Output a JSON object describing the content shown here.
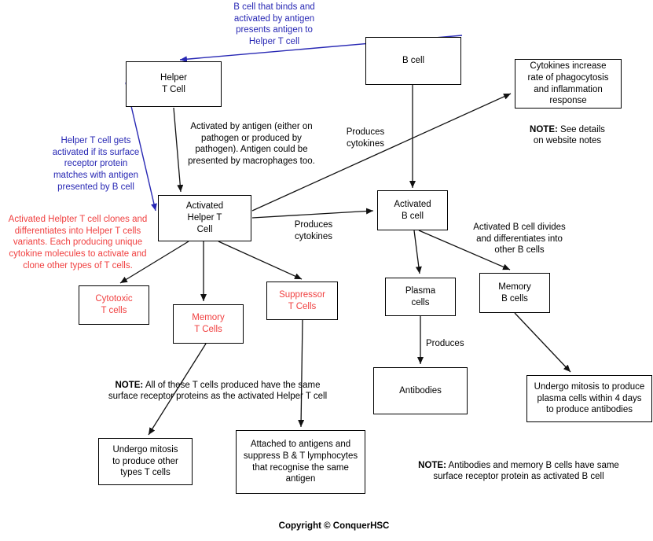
{
  "colors": {
    "blue": "#2828b4",
    "red": "#f04040",
    "line": "#111111"
  },
  "boxes": {
    "helper_t": {
      "label": "Helper\nT Cell"
    },
    "b_cell": {
      "label": "B cell"
    },
    "cytokines": {
      "label": "Cytokines increase\nrate of phagocytosis\nand inflammation\nresponse"
    },
    "activated_helper_t": {
      "label": "Activated\nHelper T\nCell"
    },
    "activated_b": {
      "label": "Activated\nB cell"
    },
    "cytotoxic_t": {
      "label": "Cytotoxic\nT cells"
    },
    "memory_t": {
      "label": "Memory\nT Cells"
    },
    "suppressor_t": {
      "label": "Suppressor\nT Cells"
    },
    "plasma": {
      "label": "Plasma\ncells"
    },
    "memory_b": {
      "label": "Memory\nB cells"
    },
    "antibodies": {
      "label": "Antibodies"
    },
    "undergo_t": {
      "label": "Undergo mitosis\nto produce other\ntypes T cells"
    },
    "attached": {
      "label": "Attached to antigens and\nsuppress B & T lymphocytes\nthat recognise the same\nantigen"
    },
    "undergo_b": {
      "label": "Undergo mitosis to produce\nplasma cells within 4 days\nto produce antibodies"
    }
  },
  "annotations": {
    "b_cell_presents": "B cell that binds and\nactivated by antigen\npresents antigen to\nHelper T cell",
    "helper_t_gets_activated": "Helper T cell gets\nactivated if its surface\nreceptor protein\nmatches with antigen\npresented by B cell",
    "activated_helper_clones": "Activated Helpter T cell clones and\ndifferentiates into Helper T cells\nvariants. Each producing unique\ncytokine molecules to activate and\nclone other types of T cells.",
    "activated_by_antigen": "Activated by antigen (either on\npathogen or produced by\npathogen). Antigen could be\npresented by macrophages too.",
    "produces_cytokines_vertical": "Produces\ncytokines",
    "produces_cytokines_horizontal": "Produces\ncytokines",
    "b_cell_divides": "Activated B cell divides\nand differentiates into\nother B cells",
    "produces": "Produces"
  },
  "notes": {
    "website": {
      "bold": "NOTE:",
      "text": " See details\non website notes"
    },
    "t_cells": {
      "bold": "NOTE:",
      "text": " All of these T cells produced have the same\nsurface receptor proteins as the activated Helper T cell"
    },
    "b_cells": {
      "bold": "NOTE:",
      "text": " Antibodies and memory B cells have same\nsurface receptor protein as activated B cell"
    }
  },
  "footer": {
    "copyright": "Copyright © ConquerHSC"
  }
}
